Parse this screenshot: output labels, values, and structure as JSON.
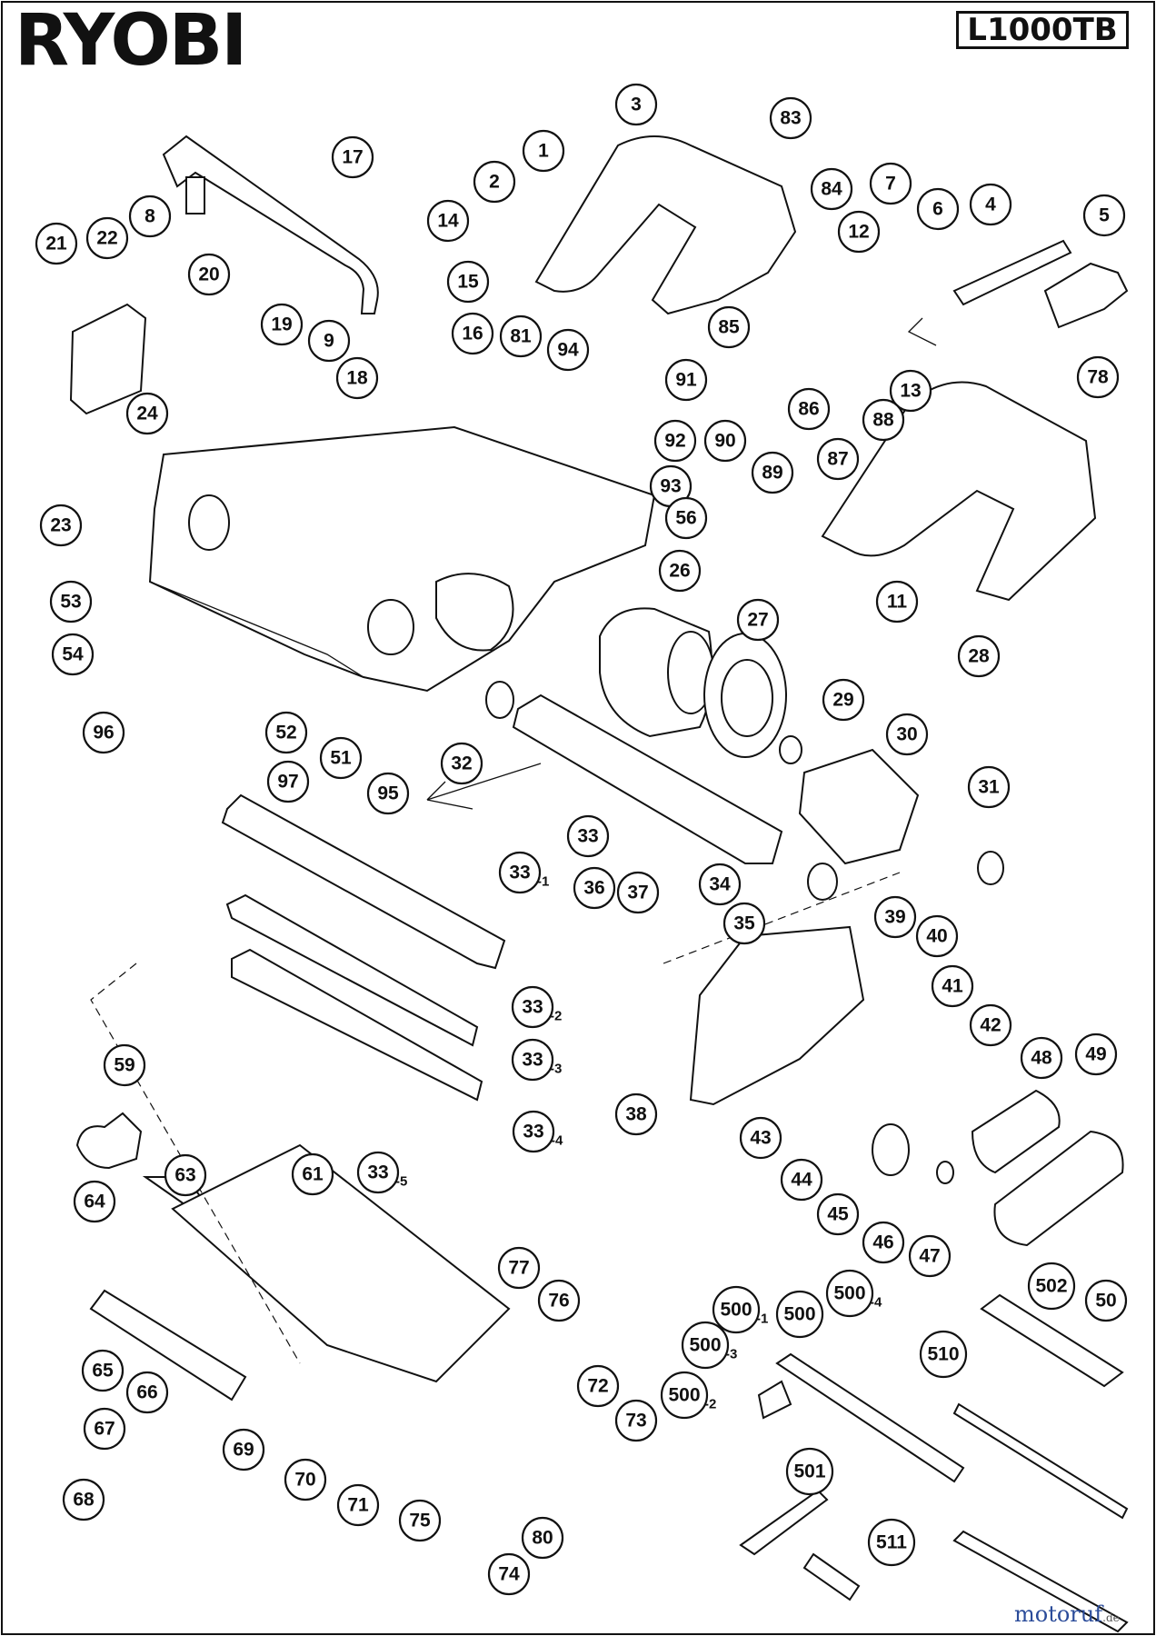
{
  "brand": "RYOBI",
  "model": "L1000TB",
  "watermark": {
    "name": "motoruf",
    "tld": ".de"
  },
  "callouts": [
    {
      "label": "1"
    },
    {
      "label": "2"
    },
    {
      "label": "3"
    },
    {
      "label": "83"
    },
    {
      "label": "84"
    },
    {
      "label": "7"
    },
    {
      "label": "6"
    },
    {
      "label": "4"
    },
    {
      "label": "5"
    },
    {
      "label": "12"
    },
    {
      "label": "13"
    },
    {
      "label": "85"
    },
    {
      "label": "86"
    },
    {
      "label": "87"
    },
    {
      "label": "88"
    },
    {
      "label": "78"
    },
    {
      "label": "11"
    },
    {
      "label": "17"
    },
    {
      "label": "14"
    },
    {
      "label": "15"
    },
    {
      "label": "16"
    },
    {
      "label": "81"
    },
    {
      "label": "94"
    },
    {
      "label": "91"
    },
    {
      "label": "92"
    },
    {
      "label": "93"
    },
    {
      "label": "90"
    },
    {
      "label": "89"
    },
    {
      "label": "56"
    },
    {
      "label": "21"
    },
    {
      "label": "22"
    },
    {
      "label": "8"
    },
    {
      "label": "20"
    },
    {
      "label": "19"
    },
    {
      "label": "9"
    },
    {
      "label": "18"
    },
    {
      "label": "24"
    },
    {
      "label": "23"
    },
    {
      "label": "53"
    },
    {
      "label": "54"
    },
    {
      "label": "96"
    },
    {
      "label": "52"
    },
    {
      "label": "51"
    },
    {
      "label": "95"
    },
    {
      "label": "97"
    },
    {
      "label": "26"
    },
    {
      "label": "27"
    },
    {
      "label": "28"
    },
    {
      "label": "29"
    },
    {
      "label": "30"
    },
    {
      "label": "31"
    },
    {
      "label": "32"
    },
    {
      "label": "33"
    },
    {
      "label": "33",
      "suffix": "-1"
    },
    {
      "label": "34"
    },
    {
      "label": "35"
    },
    {
      "label": "36"
    },
    {
      "label": "37"
    },
    {
      "label": "39"
    },
    {
      "label": "40"
    },
    {
      "label": "41"
    },
    {
      "label": "42"
    },
    {
      "label": "33",
      "suffix": "-2"
    },
    {
      "label": "33",
      "suffix": "-3"
    },
    {
      "label": "33",
      "suffix": "-4"
    },
    {
      "label": "33",
      "suffix": "-5"
    },
    {
      "label": "38"
    },
    {
      "label": "43"
    },
    {
      "label": "44"
    },
    {
      "label": "45"
    },
    {
      "label": "46"
    },
    {
      "label": "47"
    },
    {
      "label": "48"
    },
    {
      "label": "49"
    },
    {
      "label": "50"
    },
    {
      "label": "59"
    },
    {
      "label": "63"
    },
    {
      "label": "64"
    },
    {
      "label": "61"
    },
    {
      "label": "65"
    },
    {
      "label": "66"
    },
    {
      "label": "67"
    },
    {
      "label": "68"
    },
    {
      "label": "69"
    },
    {
      "label": "70"
    },
    {
      "label": "71"
    },
    {
      "label": "77"
    },
    {
      "label": "76"
    },
    {
      "label": "72"
    },
    {
      "label": "73"
    },
    {
      "label": "75"
    },
    {
      "label": "74"
    },
    {
      "label": "80"
    },
    {
      "label": "500",
      "suffix": "-1"
    },
    {
      "label": "500"
    },
    {
      "label": "500",
      "suffix": "-4"
    },
    {
      "label": "500",
      "suffix": "-3"
    },
    {
      "label": "500",
      "suffix": "-2"
    },
    {
      "label": "502"
    },
    {
      "label": "510"
    },
    {
      "label": "501"
    },
    {
      "label": "511"
    }
  ]
}
